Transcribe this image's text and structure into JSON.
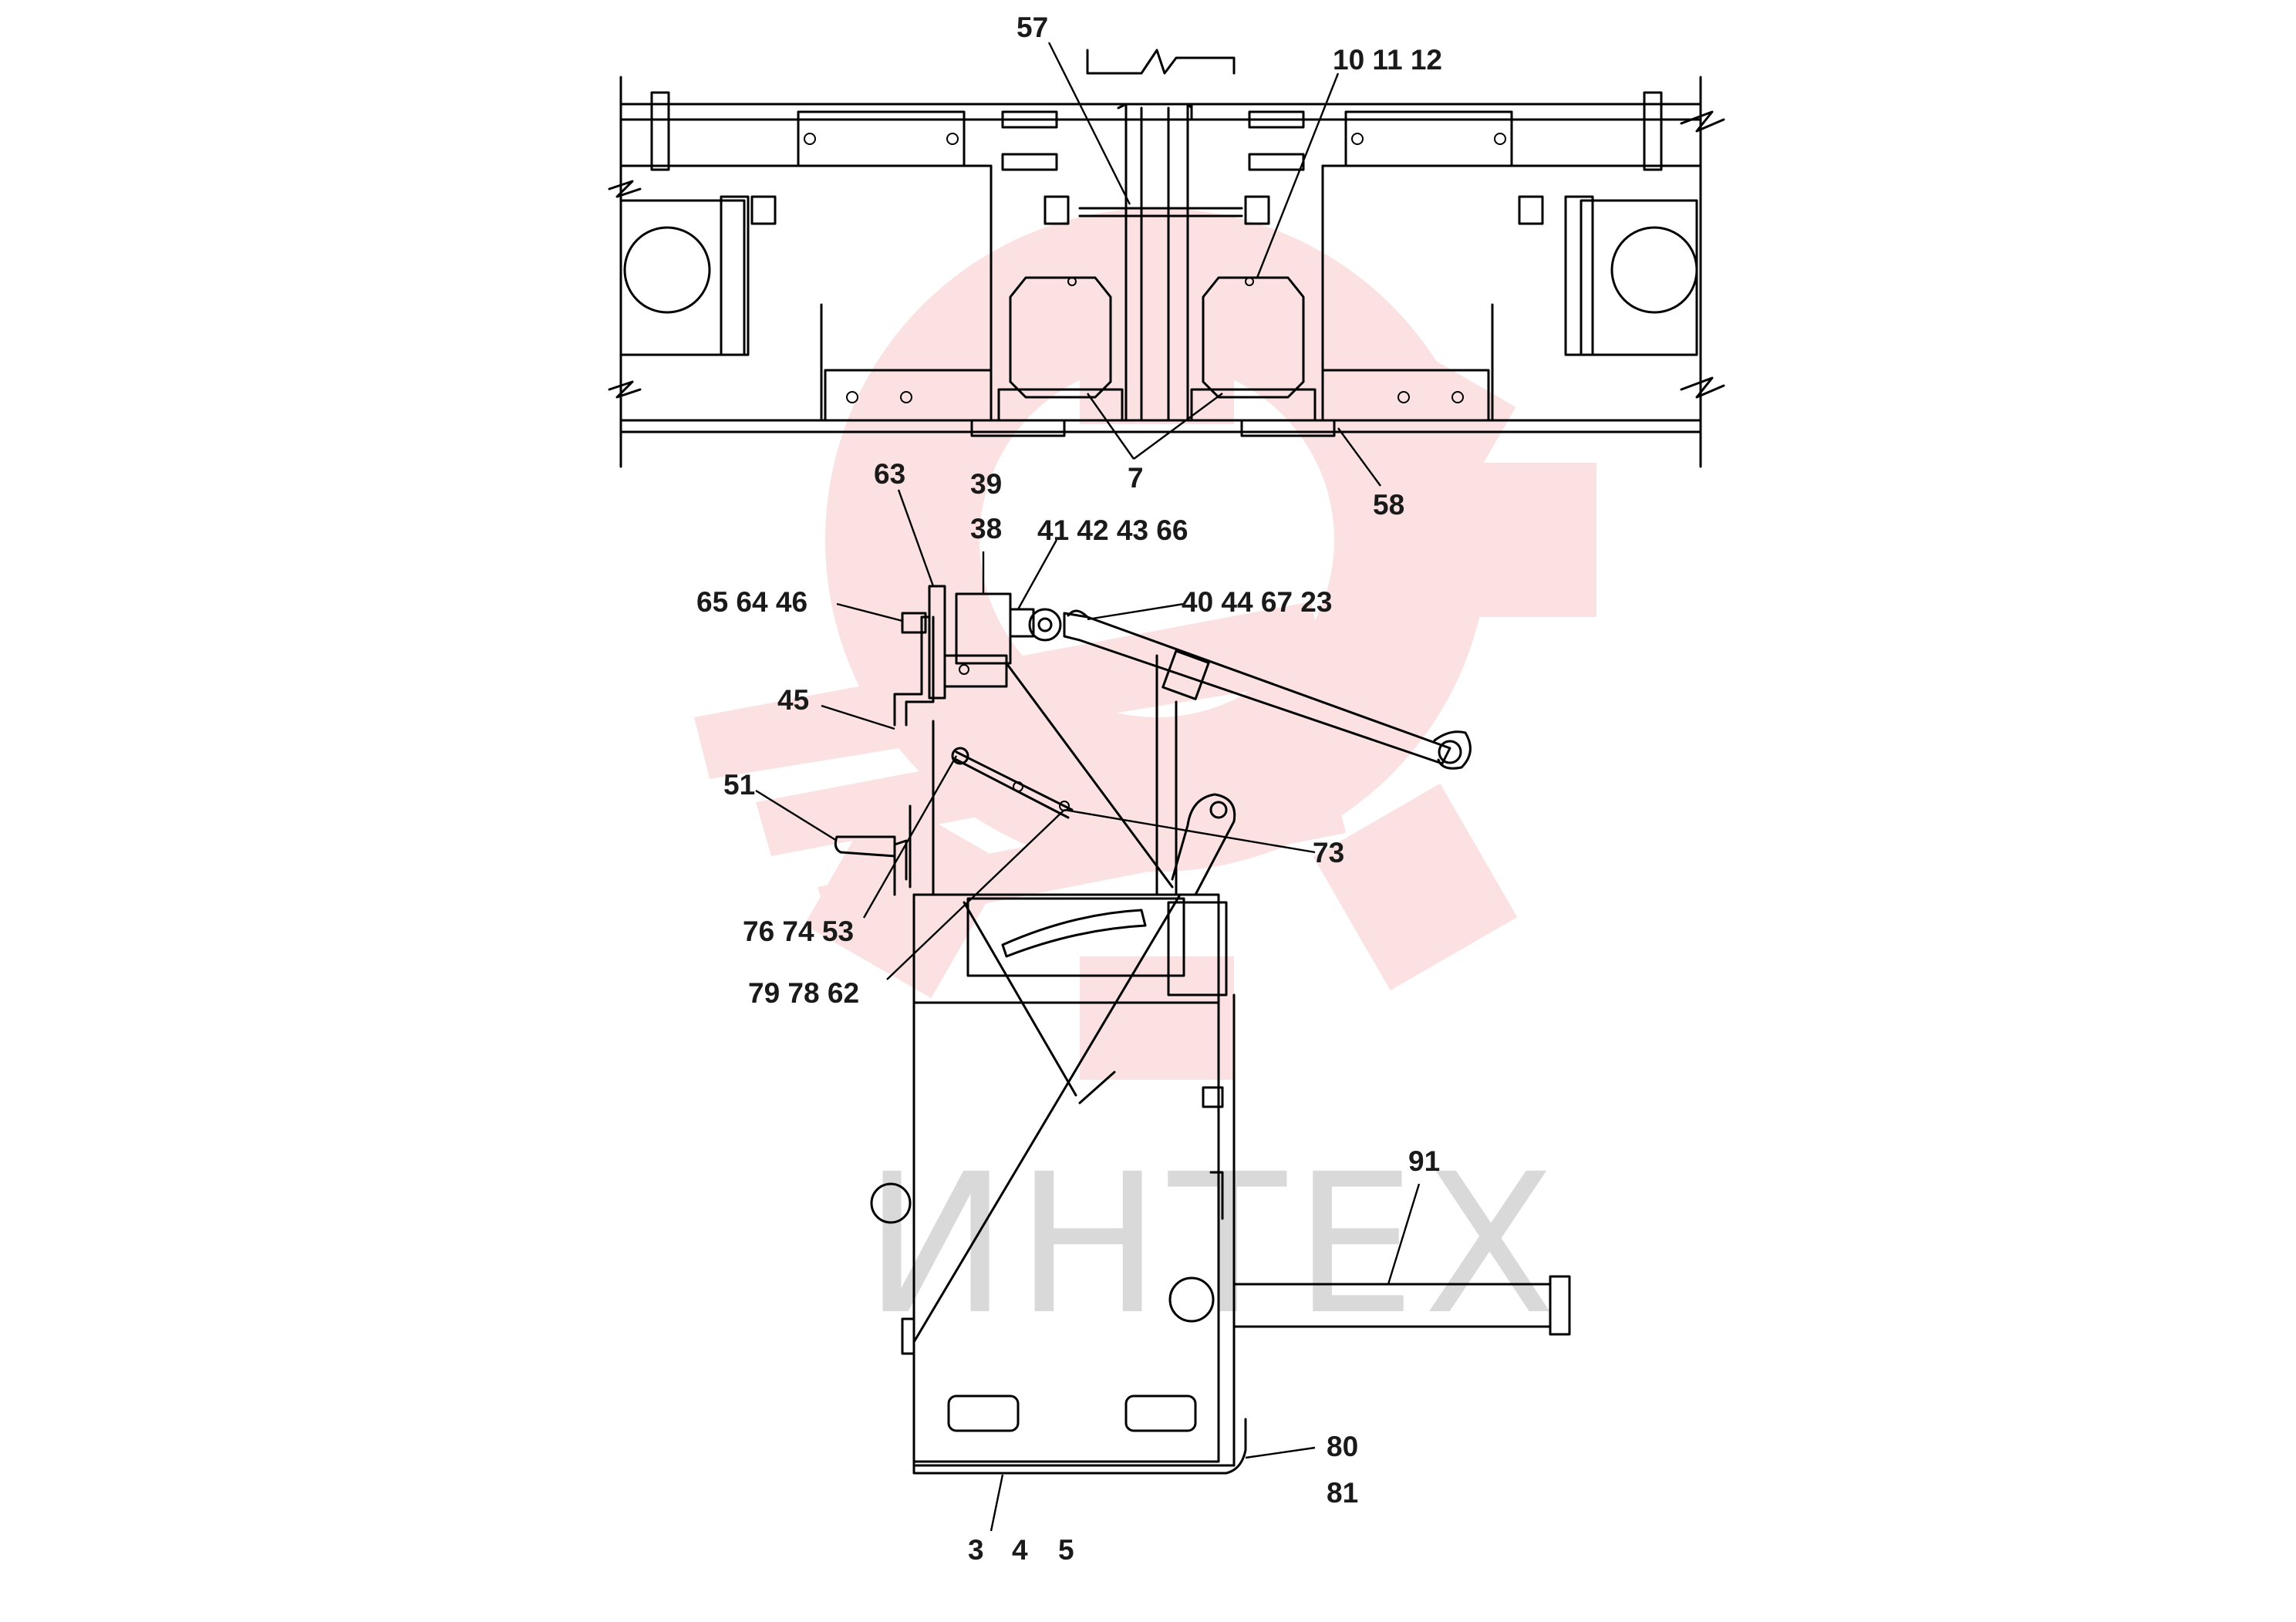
{
  "watermark": {
    "text": "ИНТЕХ",
    "gear_color": "#fbe1e2",
    "text_color": "#d9d9d9"
  },
  "callouts": {
    "c57": "57",
    "c10_11_12": "10 11 12",
    "c7": "7",
    "c58": "58",
    "c63": "63",
    "c39": "39",
    "c38": "38",
    "c41_42_43_66": "41 42 43 66",
    "c65_64_46": "65 64 46",
    "c40_44_67_23": "40 44 67 23",
    "c45": "45",
    "c51": "51",
    "c73": "73",
    "c76_74_53": "76 74 53",
    "c79_78_62": "79 78 62",
    "c91": "91",
    "c80": "80",
    "c81": "81",
    "c3": "3",
    "c4": "4",
    "c5": "5"
  }
}
